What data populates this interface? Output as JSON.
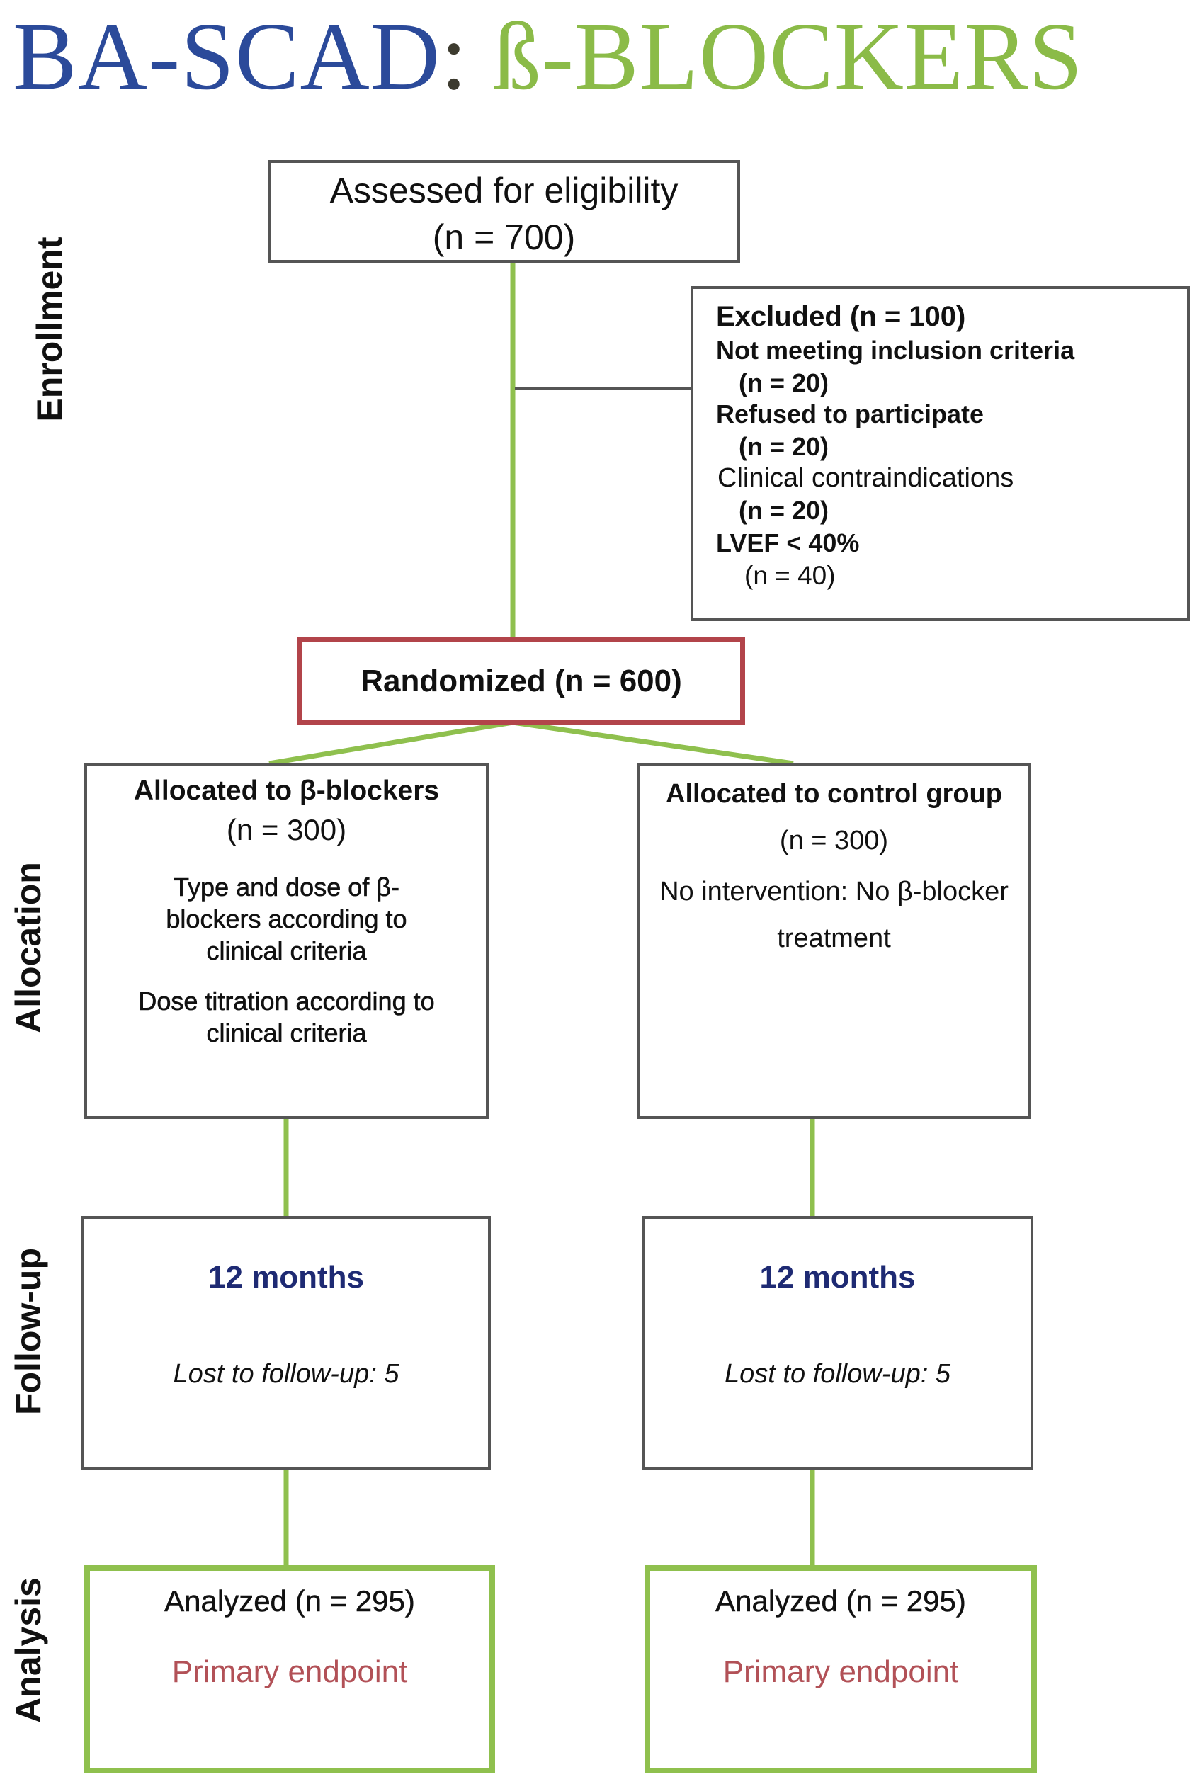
{
  "title": {
    "prefix": "BA-SCAD",
    "colon": ":",
    "suffix": "ß-BLOCKERS"
  },
  "stages": {
    "enrollment": "Enrollment",
    "allocation": "Allocation",
    "followup": "Follow-up",
    "analysis": "Analysis"
  },
  "eligibility": {
    "line1": "Assessed for eligibility",
    "line2": "(n = 700)"
  },
  "excluded": {
    "heading": "Excluded (n = 100)",
    "items": [
      {
        "label": "Not meeting inclusion criteria",
        "count": "(n = 20)"
      },
      {
        "label": "Refused to participate",
        "count": "(n = 20)"
      },
      {
        "label": "Clinical contraindications",
        "count": "(n = 20)"
      },
      {
        "label": "LVEF < 40%",
        "count": "(n = 40)"
      }
    ]
  },
  "randomized": {
    "text": "Randomized (n = 600)"
  },
  "allocation": {
    "left": {
      "heading": "Allocated to β-blockers",
      "count": "(n = 300)",
      "detail1": "Type and dose of β-blockers according to clinical criteria",
      "detail2": "Dose titration according to clinical criteria"
    },
    "right": {
      "heading": "Allocated to control group",
      "count": "(n = 300)",
      "detail": "No intervention: No β-blocker treatment"
    }
  },
  "followup": {
    "left": {
      "period": "12 months",
      "lost": "Lost to follow-up: 5"
    },
    "right": {
      "period": "12 months",
      "lost": "Lost to follow-up: 5"
    }
  },
  "analysis": {
    "left": {
      "analyzed": "Analyzed (n = 295)",
      "endpoint": "Primary endpoint"
    },
    "right": {
      "analyzed": "Analyzed (n = 295)",
      "endpoint": "Primary endpoint"
    }
  },
  "colors": {
    "green": "#8fc04e",
    "blue": "#2b4a9a",
    "red": "#b2444a",
    "navy": "#1e2a73",
    "endpoint": "#b25157"
  }
}
